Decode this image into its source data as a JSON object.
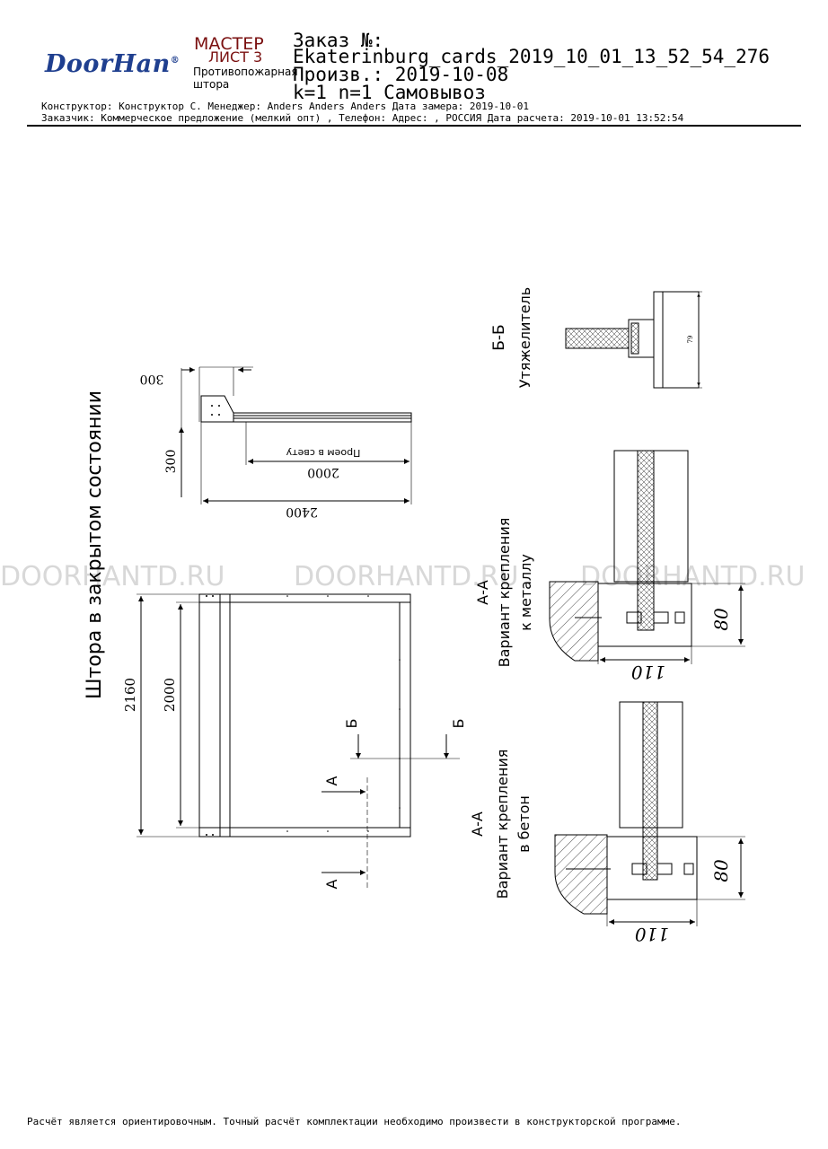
{
  "header": {
    "logo": "DoorHan",
    "master": "МАСТЕР",
    "sheet": "ЛИСТ 3",
    "product_type": "Противопожарная штора",
    "order_label": "Заказ №:",
    "order_number": "Ekaterinburg_cards_2019_10_01_13_52_54_276",
    "production": "Произв.: 2019-10-08",
    "kn": "k=1    n=1    Самовывоз",
    "line1": "Конструктор: Конструктор С. Менеджер: Anders Anders Anders Дата замера: 2019-10-01",
    "line2": "Заказчик: Коммерческое предложение (мелкий опт) , Телефон:  Адрес:  , РОССИЯ Дата расчета: 2019-10-01 13:52:54"
  },
  "footer": {
    "note": "Расчёт является ориентировочным. Точный расчёт комплектации необходимо произвести в конструкторской программе."
  },
  "watermark": "DOORHANTD.RU",
  "drawing": {
    "main_title": "Штора в закрытом состоянии",
    "dims": {
      "d300_top": "300",
      "d300_side": "300",
      "d2000_opening": "2000",
      "opening_label": "Проем в свету",
      "d2400": "2400",
      "d2160": "2160",
      "d2000_height": "2000"
    },
    "marks": {
      "A": "А",
      "B": "Б"
    },
    "section_bb": {
      "title": "Б-Б",
      "subtitle": "Утяжелитель",
      "dim": "79"
    },
    "section_aa_metal": {
      "title": "А-А",
      "line1": "Вариант крепления",
      "line2": "к металлу",
      "dim_h": "80",
      "dim_w": "110"
    },
    "section_aa_concrete": {
      "title": "А-А",
      "line1": "Вариант крепления",
      "line2": "в бетон",
      "dim_h": "80",
      "dim_w": "110"
    }
  },
  "colors": {
    "logo": "#1f3f8f",
    "master": "#7a1010",
    "watermark": "#d8d8d8"
  }
}
